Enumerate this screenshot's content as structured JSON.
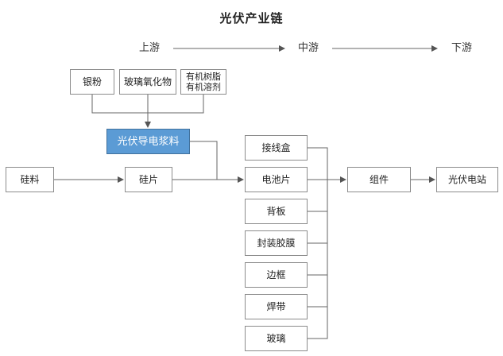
{
  "diagram": {
    "title": "光伏产业链",
    "stages": {
      "upstream": "上游",
      "midstream": "中游",
      "downstream": "下游"
    },
    "nodes": {
      "silver_powder": "银粉",
      "glass_oxide": "玻璃氧化物",
      "organic_resin": "有机树脂\n有机溶剂",
      "pv_paste": "光伏导电浆料",
      "silicon_material": "硅料",
      "silicon_wafer": "硅片",
      "junction_box": "接线盒",
      "solar_cell": "电池片",
      "backsheet": "背板",
      "encapsulant_film": "封装胶膜",
      "frame": "边框",
      "ribbon": "焊带",
      "glass": "玻璃",
      "module": "组件",
      "pv_station": "光伏电站"
    },
    "colors": {
      "highlight_fill": "#5b9bd5",
      "line": "#666666"
    }
  }
}
